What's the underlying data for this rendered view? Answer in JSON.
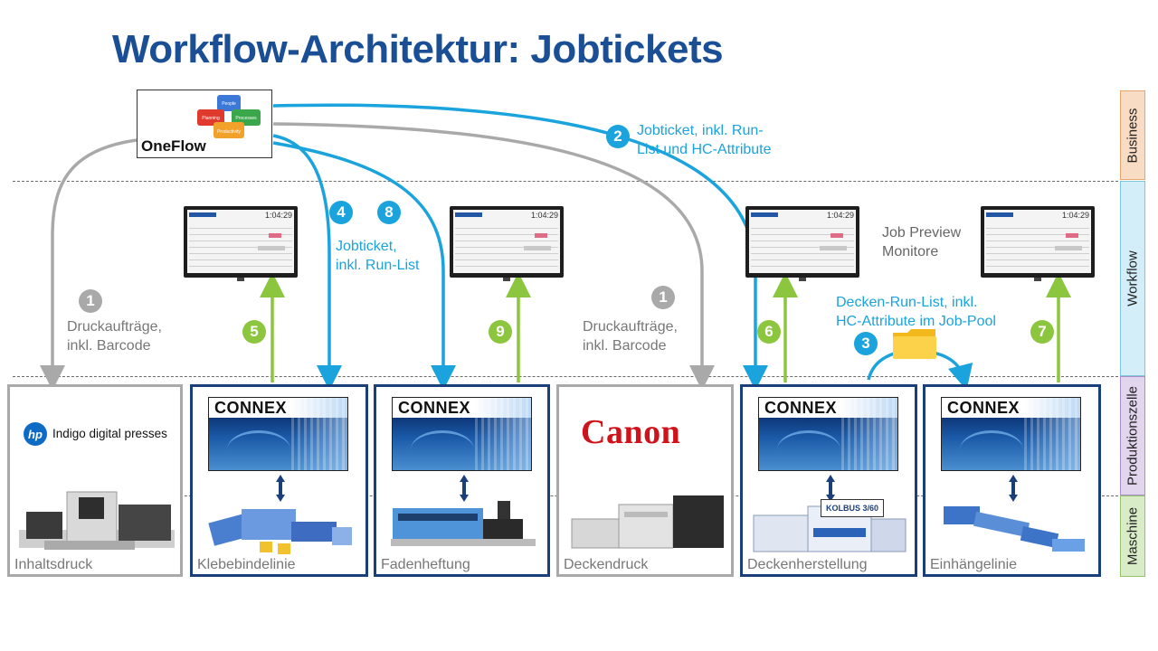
{
  "title": "Workflow-Architektur: Jobtickets",
  "side_labels": [
    "Business",
    "Workflow",
    "Produktionszelle",
    "Maschine"
  ],
  "oneflow": {
    "label": "OneFlow",
    "puzzle_words": [
      "People",
      "Planning",
      "Processes",
      "Productivity"
    ]
  },
  "monitor_clock": "1:04:29",
  "annotations": {
    "n2": "2",
    "jobticket_runlist_hc_line1": "Jobticket, inkl. Run-",
    "jobticket_runlist_hc_line2": "List und HC-Attribute",
    "n4": "4",
    "n8": "8",
    "jobticket_runlist_line1": "Jobticket,",
    "jobticket_runlist_line2": "inkl. Run-List",
    "n1_left": "1",
    "druck_left_line1": "Druckaufträge,",
    "druck_left_line2": "inkl. Barcode",
    "n1_right": "1",
    "druck_right_line1": "Druckaufträge,",
    "druck_right_line2": "inkl. Barcode",
    "job_preview_line1": "Job Preview",
    "job_preview_line2": "Monitore",
    "decken_line1": "Decken-Run-List, inkl.",
    "decken_line2": "HC-Attribute im Job-Pool",
    "n3": "3",
    "n5": "5",
    "n9": "9",
    "n6": "6",
    "n7": "7"
  },
  "cells": [
    {
      "label": "Inhaltsdruck",
      "brand": "Indigo digital presses",
      "brand_mark": "hp"
    },
    {
      "label": "Klebebindelinie",
      "brand": "CONNEX"
    },
    {
      "label": "Fadenheftung",
      "brand": "CONNEX"
    },
    {
      "label": "Deckendruck",
      "brand": "Canon"
    },
    {
      "label": "Deckenherstellung",
      "brand": "CONNEX",
      "machine_tag": "KOLBUS 3/60"
    },
    {
      "label": "Einhängelinie",
      "brand": "CONNEX"
    }
  ],
  "colors": {
    "title": "#1a4f96",
    "blue_arrow": "#1aa3dc",
    "grey_arrow": "#a9a9a9",
    "green_arrow": "#8cc63f",
    "cell_border": "#1b3f7a"
  }
}
